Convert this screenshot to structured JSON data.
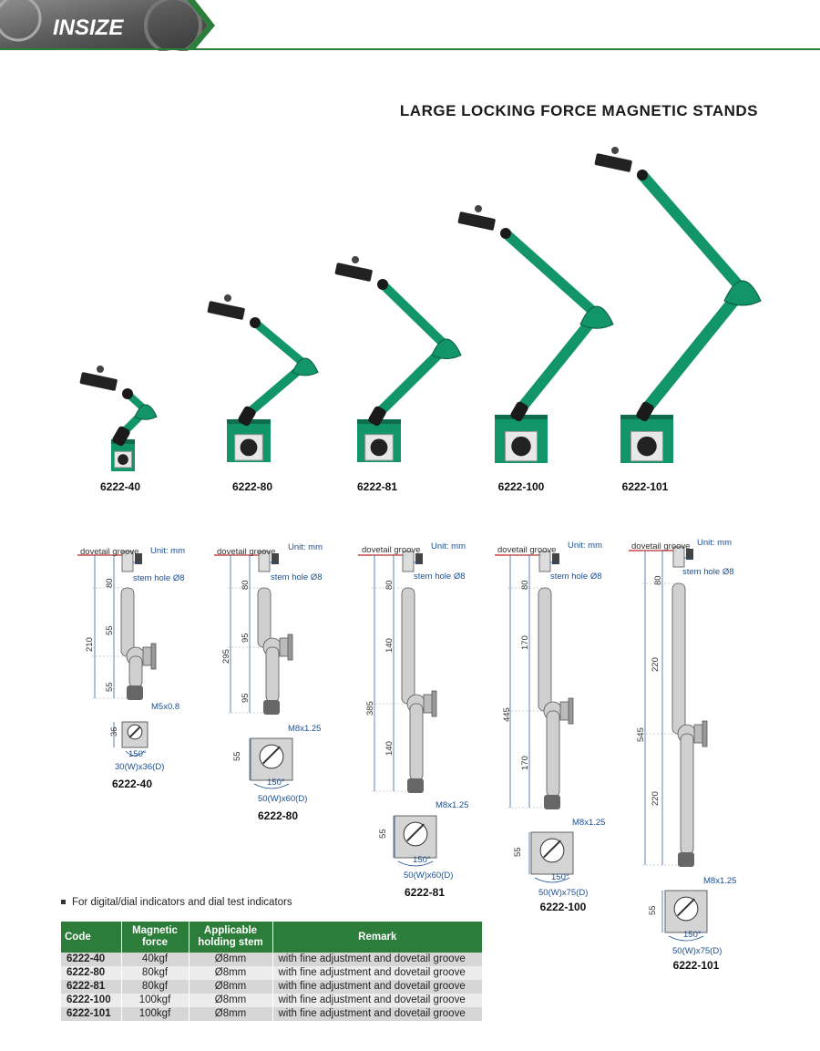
{
  "header": {
    "brand": "INSIZE"
  },
  "page": {
    "title": "LARGE LOCKING FORCE MAGNETIC STANDS"
  },
  "colors": {
    "accent_green": "#2c7d39",
    "stand_green": "#129669",
    "dimension_blue": "#1d4f8e",
    "groove_red": "#c42020"
  },
  "products": [
    {
      "code": "6222-40"
    },
    {
      "code": "6222-80"
    },
    {
      "code": "6222-81"
    },
    {
      "code": "6222-100"
    },
    {
      "code": "6222-101"
    }
  ],
  "diagrams": [
    {
      "code": "6222-40",
      "groove": "dovetail groove",
      "unit": "Unit: mm",
      "stem": "stem hole Ø8",
      "dims": [
        "80",
        "55",
        "55",
        "210",
        "36"
      ],
      "thread": "M5x0.8",
      "angle": "150°",
      "base": "30(W)x36(D)"
    },
    {
      "code": "6222-80",
      "groove": "dovetail groove",
      "unit": "Unit: mm",
      "stem": "stem hole Ø8",
      "dims": [
        "80",
        "95",
        "95",
        "295",
        "55"
      ],
      "thread": "M8x1.25",
      "angle": "150°",
      "base": "50(W)x60(D)"
    },
    {
      "code": "6222-81",
      "groove": "dovetail groove",
      "unit": "Unit: mm",
      "stem": "stem hole Ø8",
      "dims": [
        "80",
        "140",
        "140",
        "385",
        "55"
      ],
      "thread": "M8x1.25",
      "angle": "150°",
      "base": "50(W)x60(D)"
    },
    {
      "code": "6222-100",
      "groove": "dovetail groove",
      "unit": "Unit: mm",
      "stem": "stem hole Ø8",
      "dims": [
        "80",
        "170",
        "170",
        "445",
        "55"
      ],
      "thread": "M8x1.25",
      "angle": "150°",
      "base": "50(W)x75(D)"
    },
    {
      "code": "6222-101",
      "groove": "dovetail groove",
      "unit": "Unit: mm",
      "stem": "stem hole Ø8",
      "dims": [
        "80",
        "220",
        "220",
        "545",
        "55"
      ],
      "thread": "M8x1.25",
      "angle": "150°",
      "base": "50(W)x75(D)"
    }
  ],
  "note": "For digital/dial indicators and dial test indicators",
  "table": {
    "headers": [
      "Code",
      "Magnetic force",
      "Applicable holding stem",
      "Remark"
    ],
    "rows": [
      [
        "6222-40",
        "40kgf",
        "Ø8mm",
        "with fine adjustment and dovetail groove"
      ],
      [
        "6222-80",
        "80kgf",
        "Ø8mm",
        "with fine adjustment and dovetail groove"
      ],
      [
        "6222-81",
        "80kgf",
        "Ø8mm",
        "with fine adjustment and dovetail groove"
      ],
      [
        "6222-100",
        "100kgf",
        "Ø8mm",
        "with fine adjustment and dovetail groove"
      ],
      [
        "6222-101",
        "100kgf",
        "Ø8mm",
        "with fine adjustment and dovetail groove"
      ]
    ]
  }
}
